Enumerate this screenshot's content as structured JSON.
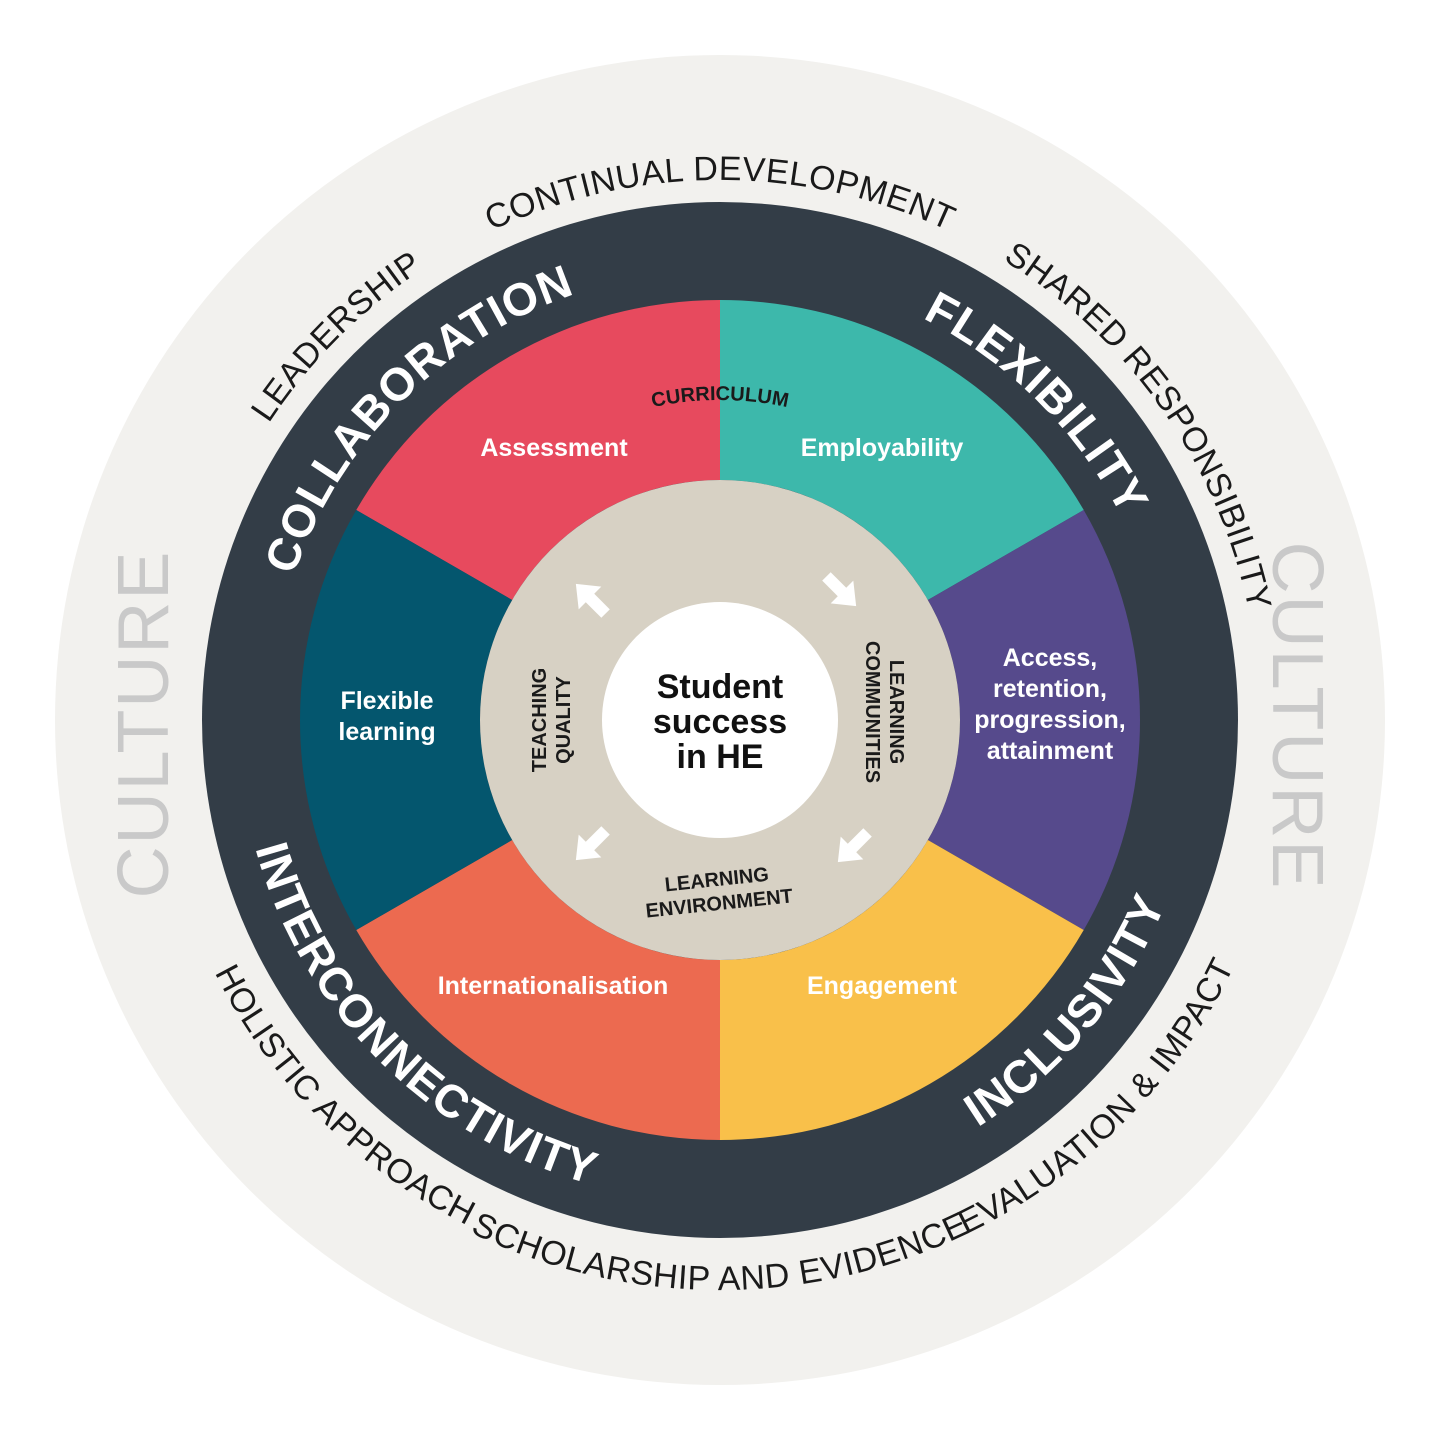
{
  "colors": {
    "outer_ring": "#f2f1ee",
    "dark_ring": "#333d47",
    "inner_ring": "#d7d1c4",
    "center": "#ffffff",
    "culture_text": "#c9c9c9",
    "assessment": "#e74a5e",
    "employability": "#3db8ab",
    "access": "#564a8c",
    "engagement": "#f9c04a",
    "internationalisation": "#ec6a50",
    "flexible_learning": "#04566e"
  },
  "outer_labels": [
    "CONTINUAL DEVELOPMENT",
    "SHARED RESPONSIBILITY",
    "LEADERSHIP",
    "HOLISTIC APPROACH",
    "SCHOLARSHIP AND EVIDENCE",
    "EVALUATION & IMPACT"
  ],
  "culture_label": "CULTURE",
  "ring_labels": [
    "COLLABORATION",
    "FLEXIBILITY",
    "INTERCONNECTIVITY",
    "INCLUSIVITY"
  ],
  "segments": [
    {
      "name": "assessment",
      "lines": [
        "Assessment"
      ]
    },
    {
      "name": "employability",
      "lines": [
        "Employability"
      ]
    },
    {
      "name": "access",
      "lines": [
        "Access,",
        "retention,",
        "progression,",
        "attainment"
      ]
    },
    {
      "name": "engagement",
      "lines": [
        "Engagement"
      ]
    },
    {
      "name": "internationalisation",
      "lines": [
        "Internationalisation"
      ]
    },
    {
      "name": "flexible_learning",
      "lines": [
        "Flexible",
        "learning"
      ]
    }
  ],
  "inner_labels": {
    "curriculum": "CURRICULUM",
    "learning_communities": [
      "LEARNING",
      "COMMUNITIES"
    ],
    "learning_environment": [
      "LEARNING",
      "ENVIRONMENT"
    ],
    "teaching_quality": [
      "TEACHING",
      "QUALITY"
    ]
  },
  "center_lines": [
    "Student",
    "success",
    "in HE"
  ]
}
